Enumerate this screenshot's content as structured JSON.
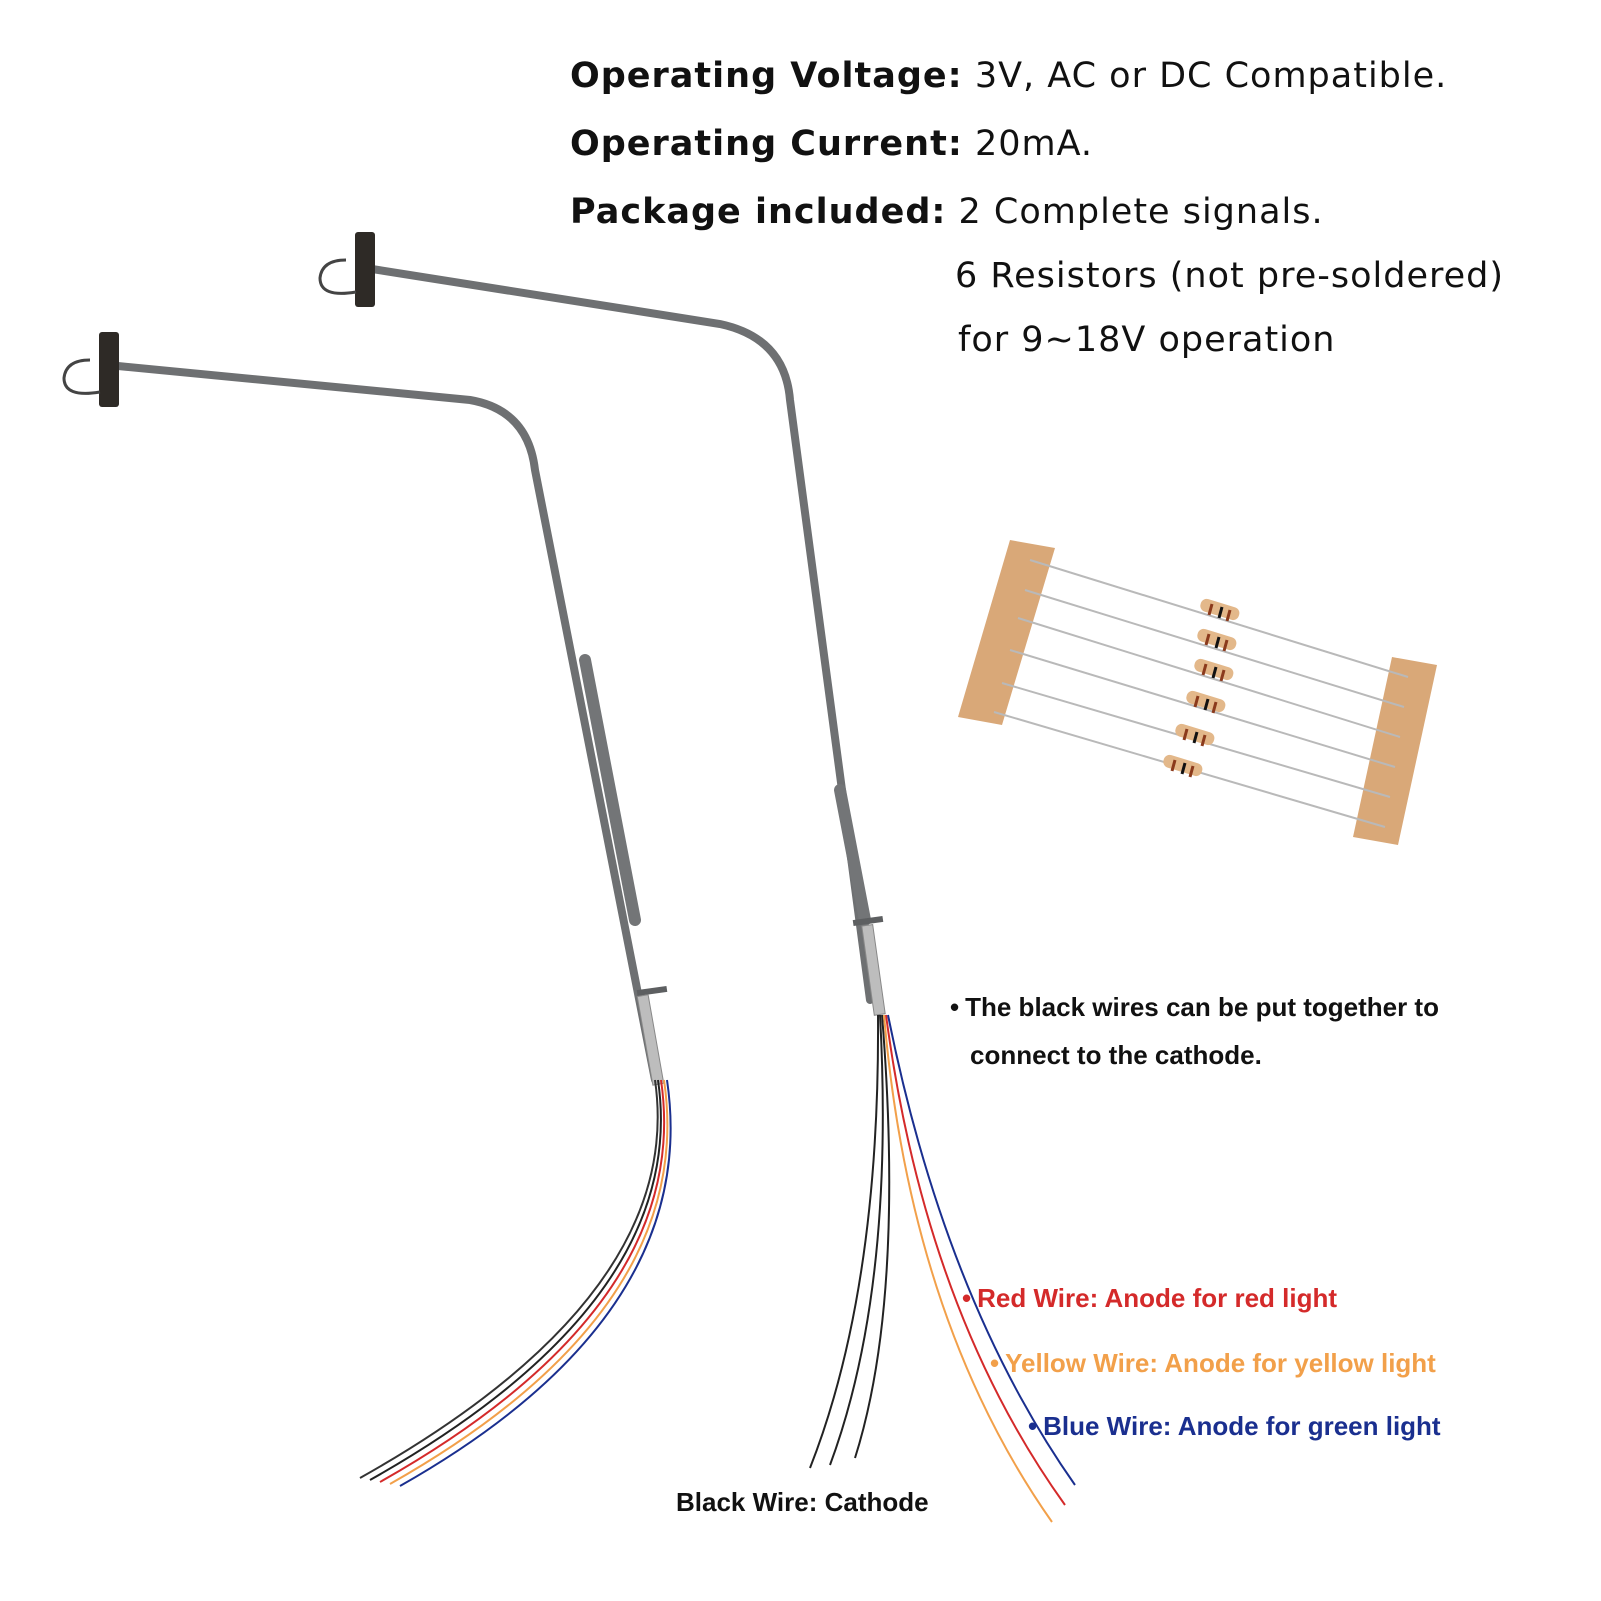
{
  "specs": {
    "voltage_label": "Operating Voltage:",
    "voltage_value": "3V, AC or DC Compatible.",
    "current_label": "Operating Current:",
    "current_value": "20mA.",
    "package_label": "Package included:",
    "package_line1": "2 Complete signals.",
    "package_line2": "6 Resistors (not pre-soldered)",
    "package_line3": "for 9~18V operation"
  },
  "notes": {
    "bullet": "•",
    "black_wires_line1": "The black wires can be put together to",
    "black_wires_line2": "connect to the cathode.",
    "red_wire": "Red Wire: Anode for red light",
    "yellow_wire": "Yellow Wire: Anode for yellow light",
    "blue_wire": "Blue Wire: Anode for green light",
    "black_wire": "Black Wire: Cathode"
  },
  "colors": {
    "red": "#d42a2a",
    "yellow": "#f2a04a",
    "blue": "#1a2f8f",
    "pole": "#6e7072",
    "tape": "#d9a878"
  }
}
